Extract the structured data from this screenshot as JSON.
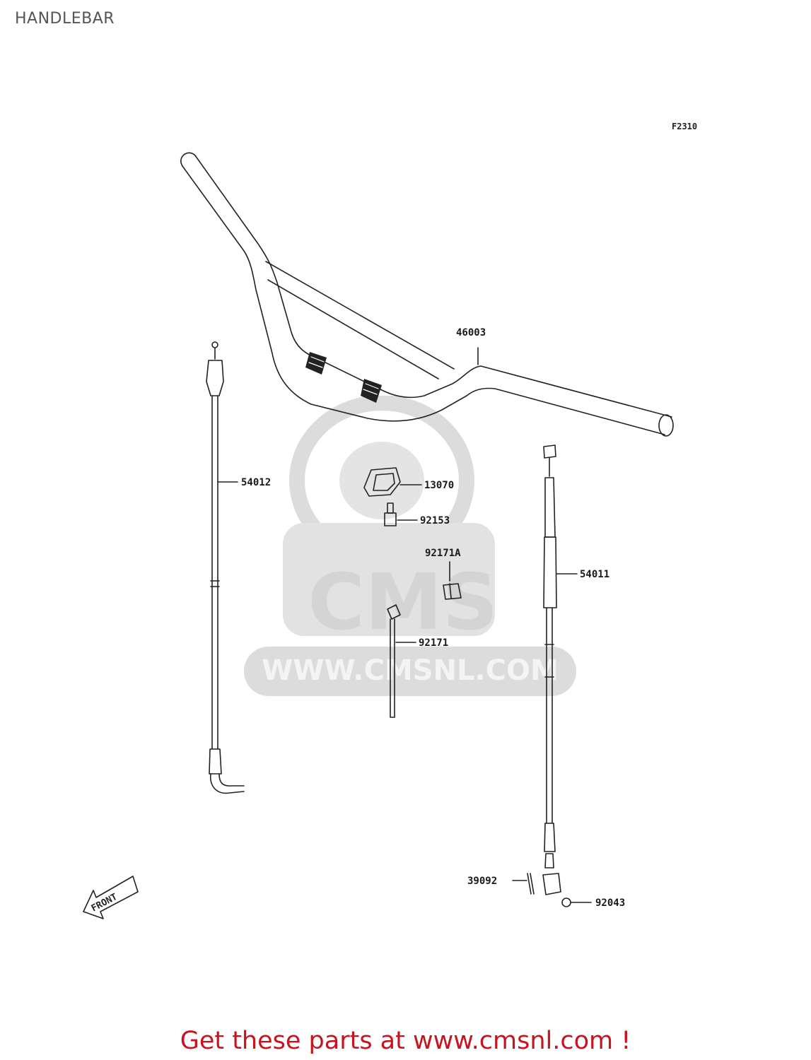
{
  "title": "HANDLEBAR",
  "figure_code": "F2310",
  "watermark": {
    "brand": "CMS",
    "url": "WWW.CMSNL.COM"
  },
  "front_label": "FRONT",
  "parts": [
    {
      "id": "46003"
    },
    {
      "id": "54012"
    },
    {
      "id": "13070"
    },
    {
      "id": "92153"
    },
    {
      "id": "92171A"
    },
    {
      "id": "54011"
    },
    {
      "id": "92171"
    },
    {
      "id": "39092"
    },
    {
      "id": "92043"
    }
  ],
  "footer": "Get these parts at www.cmsnl.com !",
  "colors": {
    "footer": "#c8141e",
    "line": "#222222",
    "watermark": "#d8d8d8"
  }
}
